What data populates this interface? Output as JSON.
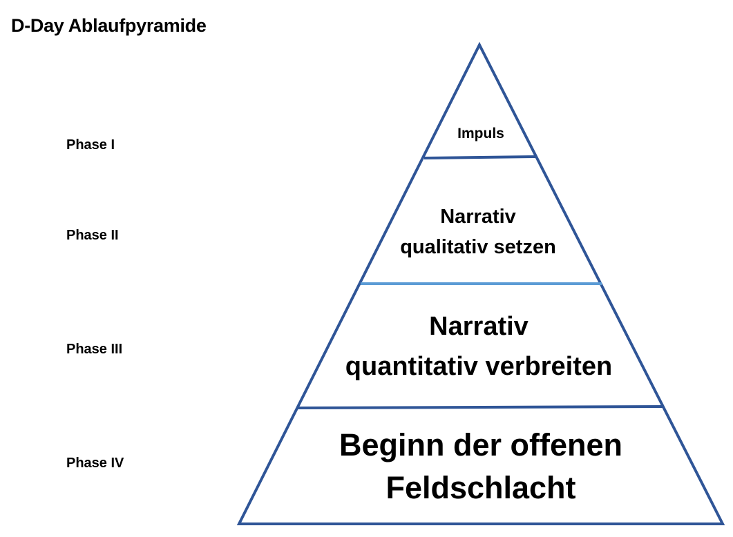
{
  "title": "D-Day Ablaufpyramide",
  "phases": [
    {
      "label": "Phase I"
    },
    {
      "label": "Phase II"
    },
    {
      "label": "Phase III"
    },
    {
      "label": "Phase IV"
    }
  ],
  "levels": [
    {
      "lines": [
        "Impuls"
      ]
    },
    {
      "lines": [
        "Narrativ",
        "qualitativ setzen"
      ]
    },
    {
      "lines": [
        "Narrativ",
        "quantitativ verbreiten"
      ]
    },
    {
      "lines": [
        "Beginn der offenen",
        "Feldschlacht"
      ]
    }
  ],
  "colors": {
    "outline": "#2f5597",
    "divider_accent": "#5b9bd5",
    "text": "#000000"
  }
}
